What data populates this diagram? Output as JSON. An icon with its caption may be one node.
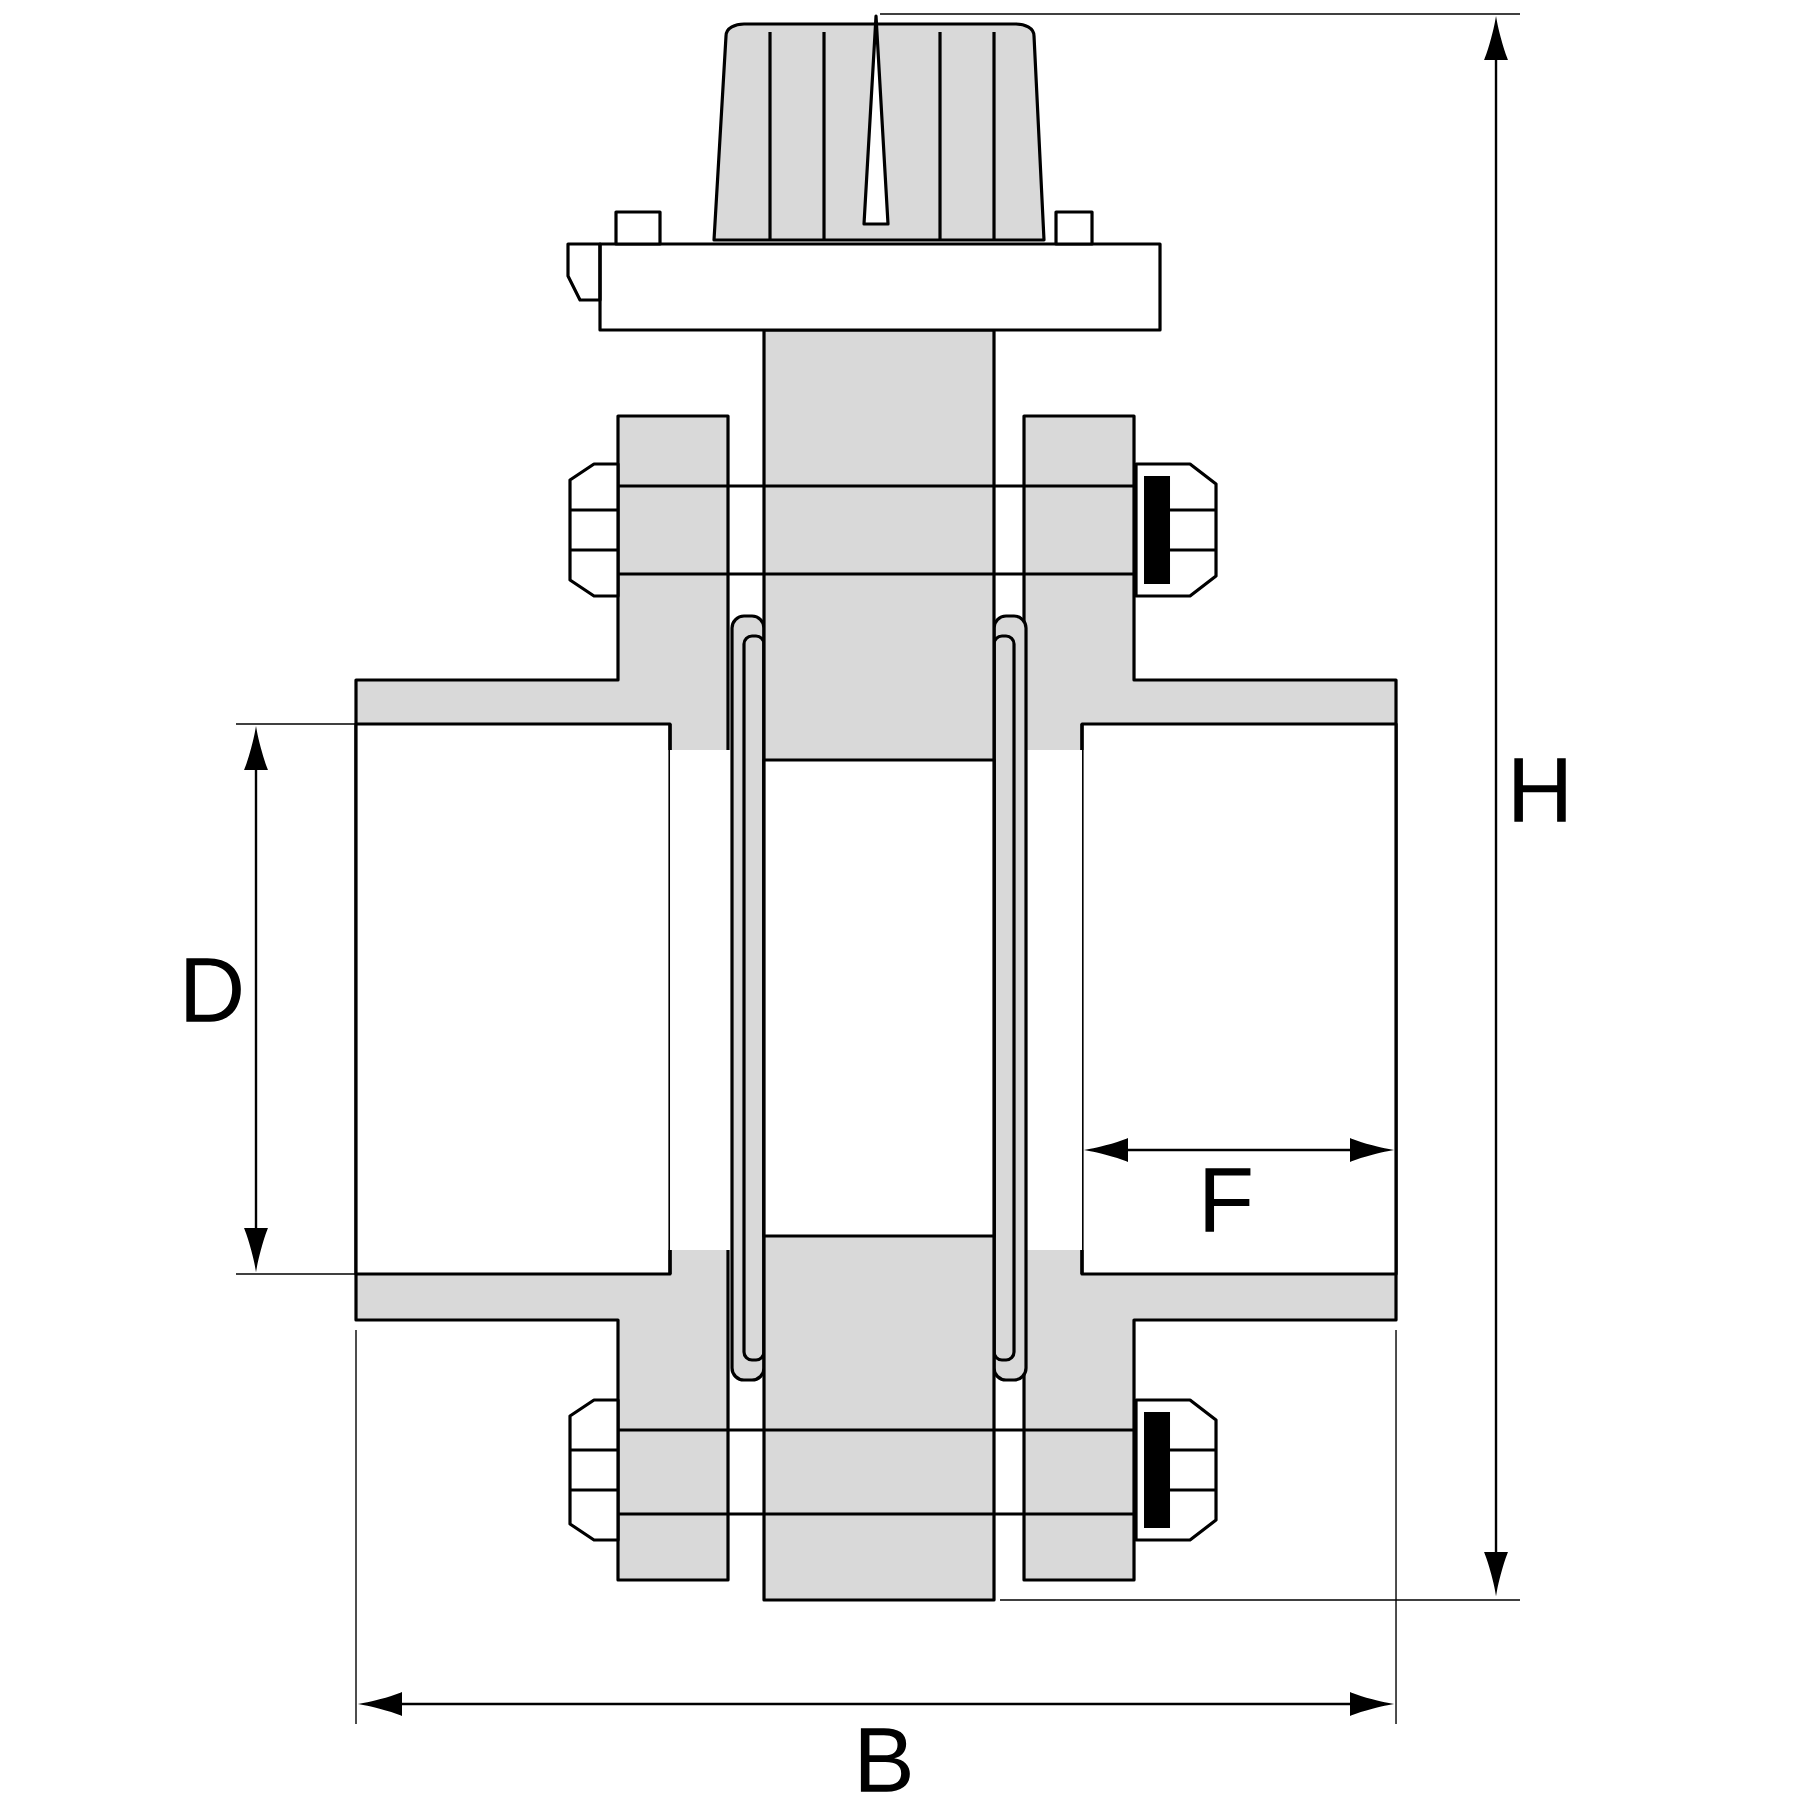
{
  "diagram": {
    "labels": [
      "H",
      "D",
      "F",
      "B"
    ]
  }
}
